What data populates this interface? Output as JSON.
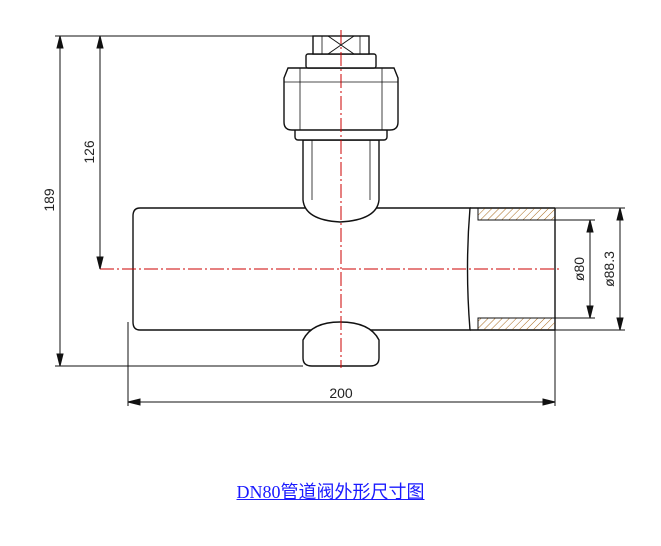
{
  "dimensions": {
    "overall_height": "189",
    "center_height": "126",
    "length": "200",
    "inner_diameter": "ø80",
    "outer_diameter": "ø88.3"
  },
  "caption": "DN80管道阀外形尺寸图",
  "colors": {
    "line": "#111111",
    "centerline": "#cc0000",
    "hatch": "#a86a1e",
    "caption": "#1a1aff"
  }
}
